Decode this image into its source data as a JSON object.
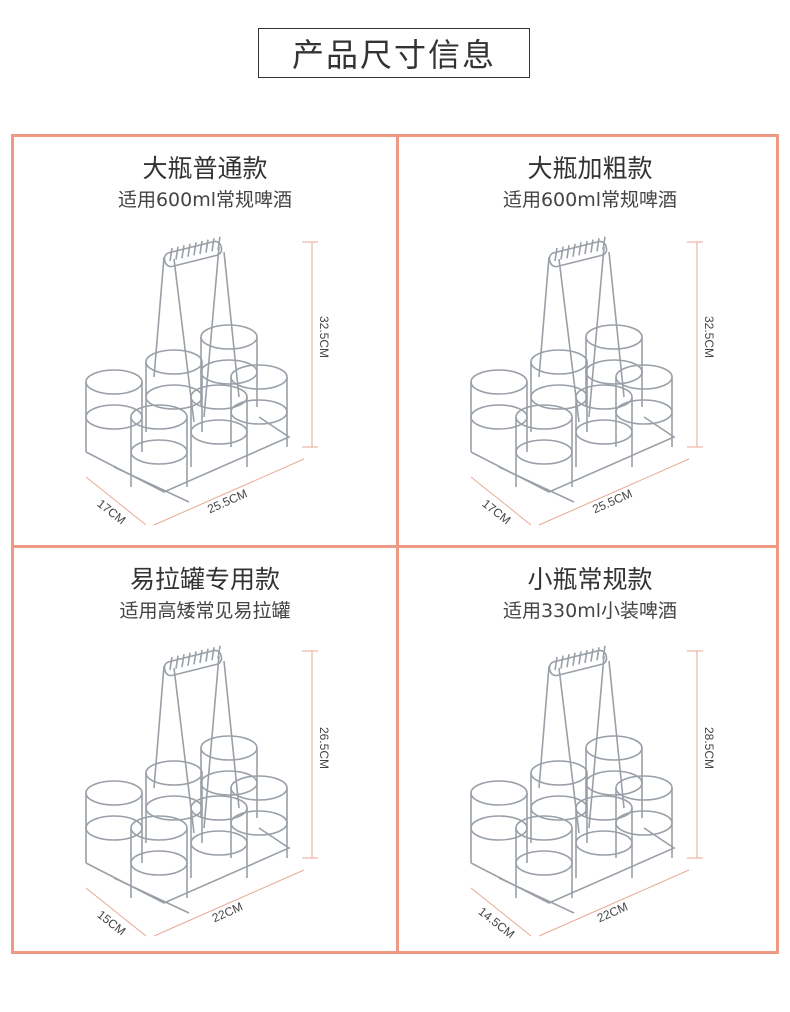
{
  "page_title": "产品尺寸信息",
  "cells": [
    {
      "title": "大瓶普通款",
      "subtitle": "适用600ml常规啤酒",
      "height": "32.5CM",
      "width": "25.5CM",
      "depth": "17CM"
    },
    {
      "title": "大瓶加粗款",
      "subtitle": "适用600ml常规啤酒",
      "height": "32.5CM",
      "width": "25.5CM",
      "depth": "17CM"
    },
    {
      "title": "易拉罐专用款",
      "subtitle": "适用高矮常见易拉罐",
      "height": "26.5CM",
      "width": "22CM",
      "depth": "15CM"
    },
    {
      "title": "小瓶常规款",
      "subtitle": "适用330ml小装啤酒",
      "height": "28.5CM",
      "width": "22CM",
      "depth": "14.5CM"
    }
  ],
  "colors": {
    "border": "#ee9983",
    "wire": "#9aa0a8",
    "dimension_line": "#e9a996"
  }
}
